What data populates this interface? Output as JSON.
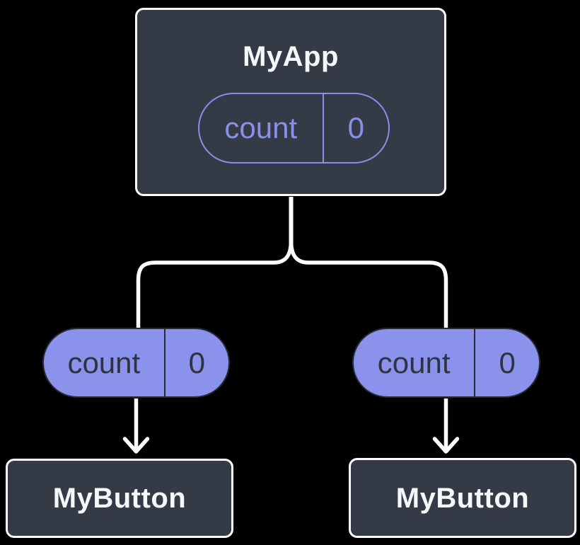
{
  "diagram": {
    "type": "component-tree",
    "background_color": "#000000",
    "box_fill_color": "#343A46",
    "box_border_color": "#FFFFFF",
    "connector_color": "#FFFFFF",
    "state_pill_outline_color": "#8890E8",
    "prop_pill_fill_color": "#8A92EC",
    "prop_pill_text_color": "#2D3340",
    "root": {
      "title": "MyApp",
      "state": {
        "label": "count",
        "value": "0"
      }
    },
    "children": [
      {
        "title": "MyButton",
        "prop": {
          "label": "count",
          "value": "0"
        }
      },
      {
        "title": "MyButton",
        "prop": {
          "label": "count",
          "value": "0"
        }
      }
    ]
  }
}
